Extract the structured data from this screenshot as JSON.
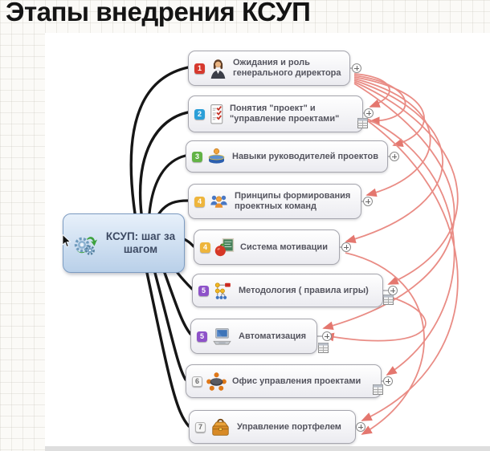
{
  "page": {
    "title": "Этапы внедрения КСУП"
  },
  "central_topic": {
    "label": "КСУП: шаг за шагом",
    "icon": "gears-icon"
  },
  "topics": [
    {
      "badge": "1",
      "badge_color": "#d6392e",
      "label": "Ожидания и роль генерального директора",
      "icon": "businesswoman-icon",
      "has_attachment": false
    },
    {
      "badge": "2",
      "badge_color": "#2b9fd8",
      "label": "Понятия \"проект\" и \"управление проектами\"",
      "icon": "checklist-icon",
      "has_attachment": true
    },
    {
      "badge": "3",
      "badge_color": "#63b346",
      "label": "Навыки руководителей проектов",
      "icon": "lecturer-icon",
      "has_attachment": false
    },
    {
      "badge": "4",
      "badge_color": "#eeb53c",
      "label": "Принципы формирования проектных команд",
      "icon": "team-icon",
      "has_attachment": false
    },
    {
      "badge": "4",
      "badge_color": "#eeb53c",
      "label": "Система мотивации",
      "icon": "motivation-icon",
      "has_attachment": false
    },
    {
      "badge": "5",
      "badge_color": "#8e52c9",
      "label": "Методология ( правила игры)",
      "icon": "flowchart-icon",
      "has_attachment": true
    },
    {
      "badge": "5",
      "badge_color": "#8e52c9",
      "label": "Автоматизация",
      "icon": "laptop-icon",
      "has_attachment": true
    },
    {
      "badge": "6",
      "badge_color": "#f6f6f6",
      "label": "Офис управления проектами",
      "icon": "meeting-table-icon",
      "has_attachment": true
    },
    {
      "badge": "7",
      "badge_color": "#f6f6f6",
      "label": "Управление портфелем",
      "icon": "briefcase-icon",
      "has_attachment": false
    }
  ],
  "colors": {
    "relationship_line": "#e8837b",
    "branch_line": "#161616",
    "central_fill_top": "#e7f0fa",
    "central_fill_bottom": "#b9d0e9",
    "central_border": "#7d9cc2",
    "node_border": "#a6a6ae",
    "label_text": "#54545e"
  }
}
